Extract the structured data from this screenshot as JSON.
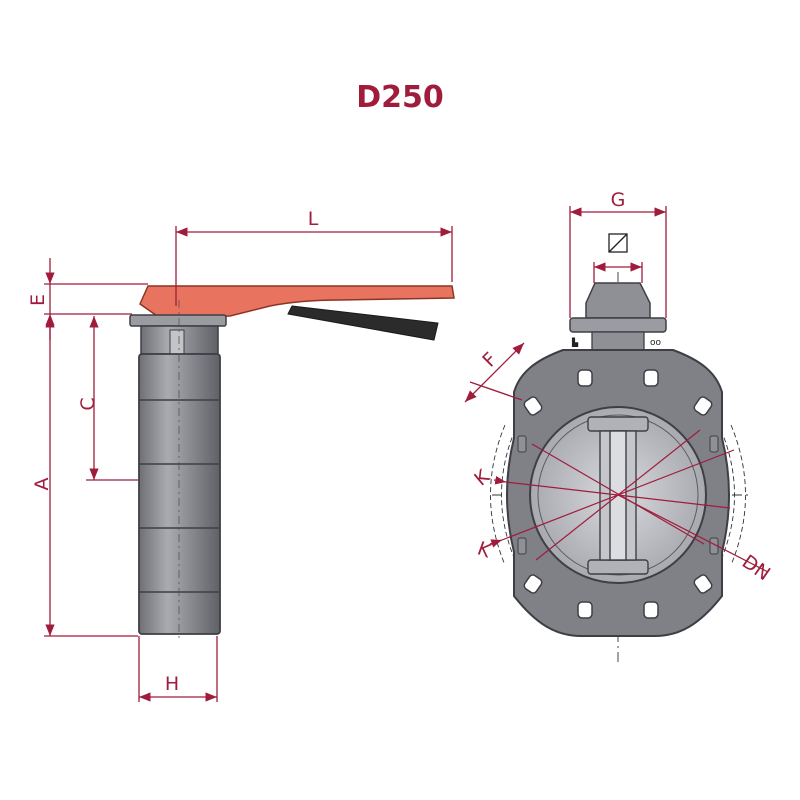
{
  "title": "D250",
  "colors": {
    "accent": "#a01c3c",
    "body_fill": "#8e9096",
    "body_stroke": "#3d3f45",
    "handle_fill": "#e8735e",
    "lever_fill": "#2b2b2b"
  },
  "dimensions": {
    "L": "L",
    "E": "E",
    "C": "C",
    "A": "A",
    "H": "H",
    "G": "G",
    "F": "F",
    "K_upper": "K",
    "K_lower": "K",
    "DN": "DN"
  }
}
